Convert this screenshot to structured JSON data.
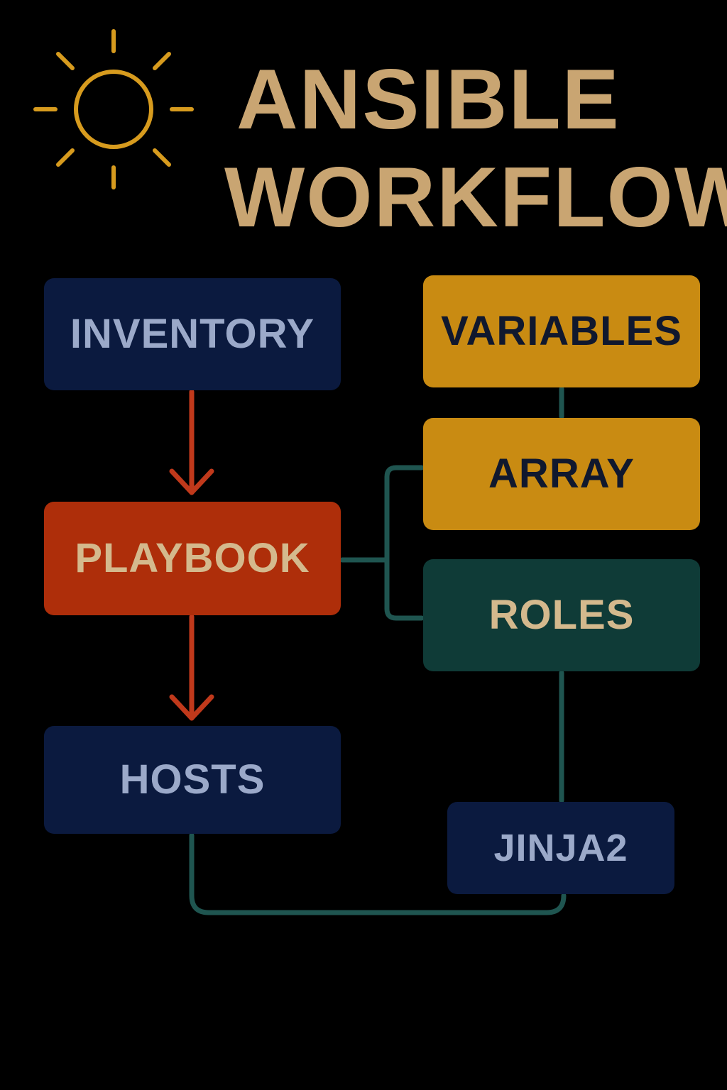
{
  "title": {
    "line1": "ANSIBLE",
    "line2": "WORKFLOW"
  },
  "icons": {
    "logo": "sun-icon"
  },
  "colors": {
    "background": "#000000",
    "title_text": "#C9A572",
    "sun": "#D79B1E",
    "navy_box": "#0B1A3F",
    "navy_text": "#9BA9C9",
    "playbook_box": "#AE2E0A",
    "playbook_text": "#D4B98D",
    "gold_box": "#C98B12",
    "gold_text": "#10182E",
    "teal_box": "#0F3B37",
    "teal_text": "#D4B98D",
    "arrow_red": "#C0391B",
    "connector_teal": "#1F5550"
  },
  "nodes": {
    "inventory": "INVENTORY",
    "playbook": "PLAYBOOK",
    "hosts": "HOSTS",
    "variables": "VARIABLES",
    "array": "ARRAY",
    "roles": "ROLES",
    "jinja2": "JINJA2"
  },
  "edges": [
    {
      "from": "inventory",
      "to": "playbook",
      "style": "arrow"
    },
    {
      "from": "playbook",
      "to": "hosts",
      "style": "arrow"
    },
    {
      "from": "variables",
      "to": "array",
      "style": "line"
    },
    {
      "from": "playbook",
      "to": "array",
      "style": "line"
    },
    {
      "from": "playbook",
      "to": "roles",
      "style": "line"
    },
    {
      "from": "roles",
      "to": "jinja2",
      "style": "line"
    },
    {
      "from": "hosts",
      "to": "jinja2",
      "style": "line"
    }
  ]
}
